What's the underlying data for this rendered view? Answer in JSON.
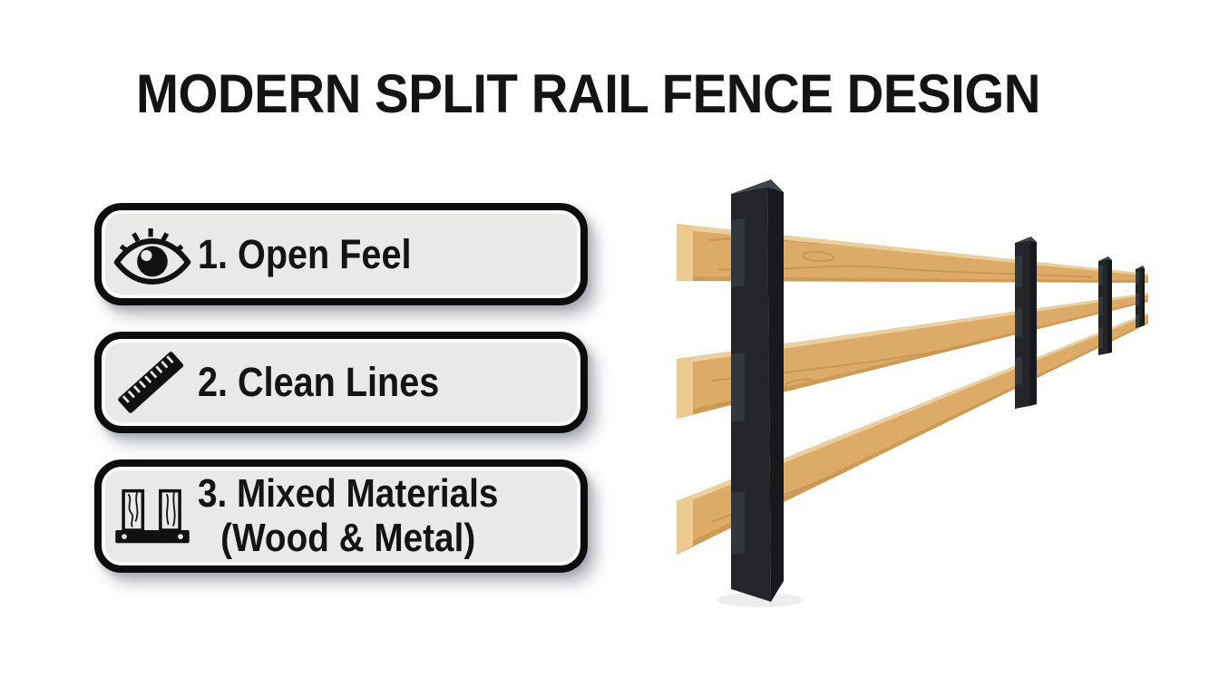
{
  "header": {
    "title": "MODERN SPLIT RAIL FENCE DESIGN"
  },
  "features": [
    {
      "icon": "eye-icon",
      "label": "1. Open Feel"
    },
    {
      "icon": "ruler-icon",
      "label": "2. Clean Lines"
    },
    {
      "icon": "wood-metal-icon",
      "label": "3. Mixed Materials",
      "sublabel": "(Wood & Metal)"
    }
  ],
  "illustration": {
    "name": "modern-split-rail-fence",
    "post_count": 4,
    "rail_count": 3
  },
  "colors": {
    "background": "#ffffff",
    "text": "#141414",
    "outline": "#0d0d0d",
    "box_bg": "#e9e9e8",
    "wood": "#dcab68",
    "wood_light": "#ecca92",
    "wood_grain": "#b9873f",
    "wood_shade": "#c1924f",
    "post": "#232529",
    "post_side": "#17191d",
    "post_top": "#3f444b",
    "post_notch": "#32363d"
  }
}
